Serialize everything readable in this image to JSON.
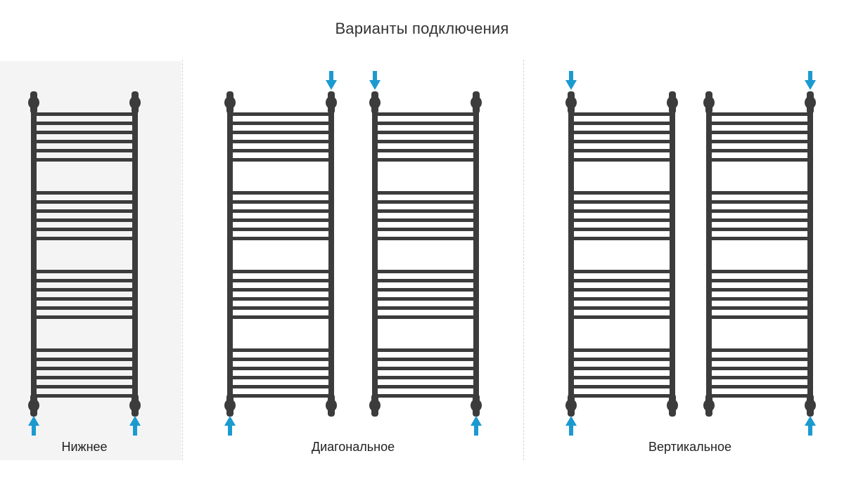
{
  "title": "Варианты подключения",
  "colors": {
    "radiator": "#3c3c3c",
    "arrow": "#1b9ad0",
    "panel": "#f4f4f4",
    "divider": "#d2d2d2"
  },
  "groups": [
    {
      "id": "bottom",
      "label": "Нижнее",
      "radiators": [
        {
          "inlets": [
            "bottom-left",
            "bottom-right"
          ]
        }
      ]
    },
    {
      "id": "diagonal",
      "label": "Диагональное",
      "radiators": [
        {
          "inlets": [
            "bottom-left",
            "top-right"
          ]
        },
        {
          "inlets": [
            "top-left",
            "bottom-right"
          ]
        }
      ]
    },
    {
      "id": "vertical",
      "label": "Вертикальное",
      "radiators": [
        {
          "inlets": [
            "top-left",
            "bottom-left"
          ]
        },
        {
          "inlets": [
            "top-right",
            "bottom-right"
          ]
        }
      ]
    }
  ]
}
